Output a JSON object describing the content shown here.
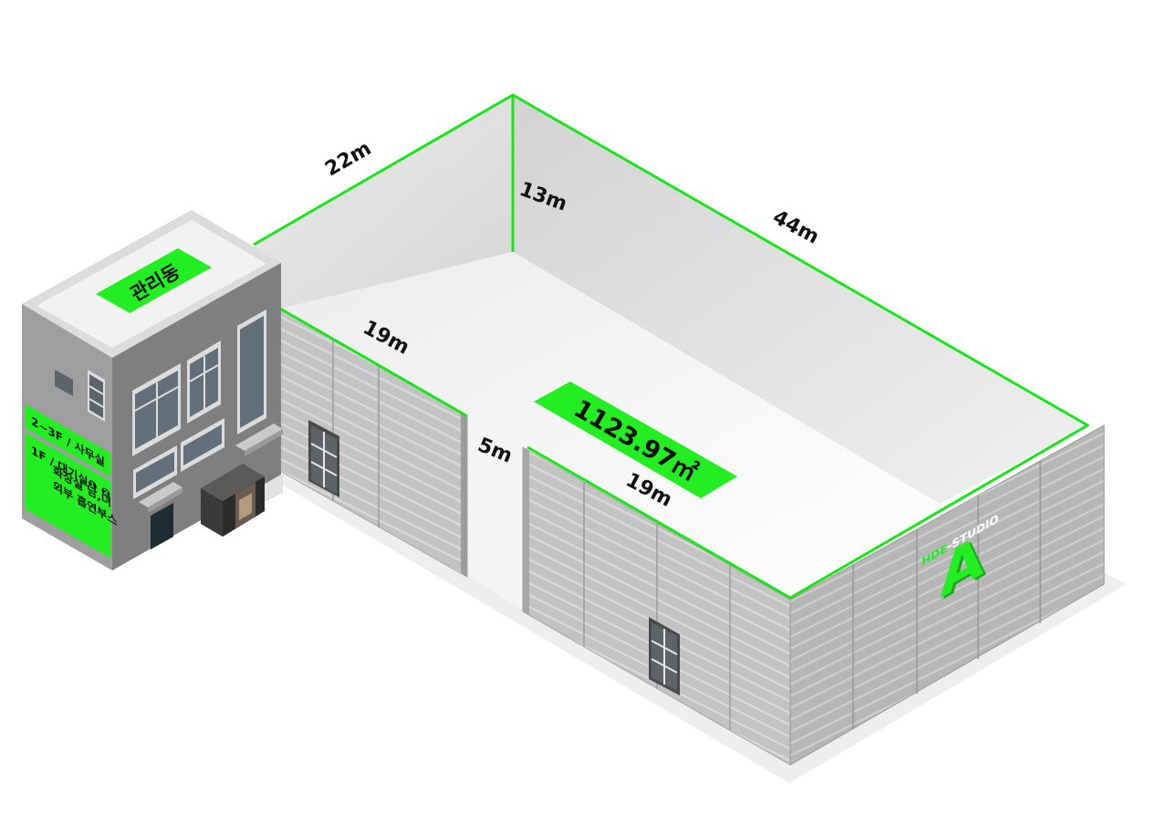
{
  "dimensions": {
    "left_wall_length": "22m",
    "back_wall_height": "13m",
    "right_wall_length": "44m",
    "inner_front_left": "19m",
    "entrance_width": "5m",
    "front_right": "19m"
  },
  "floor_area": "1123.97㎡",
  "office_building": {
    "roof_label": "관리동",
    "floor_info": [
      "2~3F / 사무실",
      "1F / 대기실❶ ❷",
      "화장실 남,녀",
      "외부 흡연부스"
    ]
  },
  "studio_logo": {
    "brand_prefix": "HDE",
    "brand_suffix": "-STUDIO",
    "letter": "A"
  },
  "colors": {
    "accent_green": "#22ee22",
    "outline_green": "#19e619",
    "wall_gray": "#c4c4c4",
    "building_gray": "#8a8a8a"
  }
}
